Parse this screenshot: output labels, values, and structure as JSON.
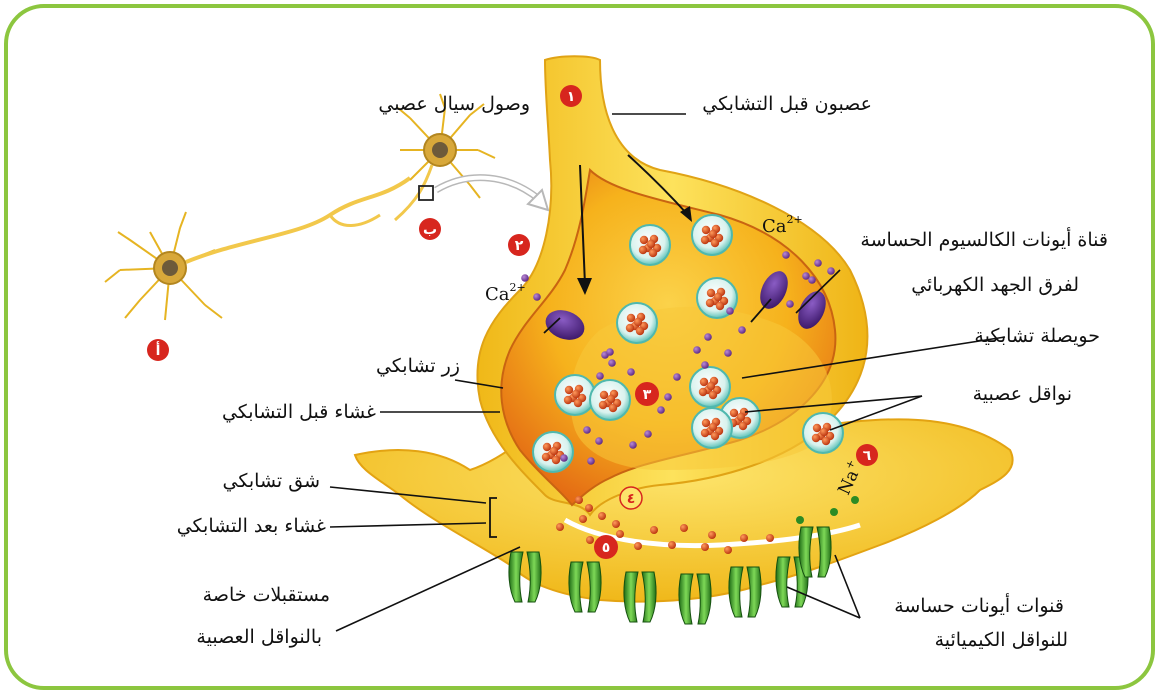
{
  "colors": {
    "frame": "#8cc63f",
    "neuron_yellow": "#f5c518",
    "terminal_inner": "#f08a1c",
    "vesicle_rim": "#6fd0c8",
    "transmitter": "#d9480f",
    "calcium_channel": "#5b2d8e",
    "calcium_ion": "#7b3fa0",
    "receptor_green": "#3a9d2a",
    "badge_red": "#d7261e"
  },
  "labels": {
    "arrival_impulse": "وصول سيال عصبي",
    "presynaptic_axon": "عصبون قبل التشابكي",
    "calcium_channel_line1": "قناة أيونات الكالسيوم الحساسة",
    "calcium_channel_line2": "لفرق الجهد الكهربائي",
    "synaptic_vesicle": "حويصلة تشابكية",
    "neurotransmitters": "نواقل عصبية",
    "synaptic_knob": "زر تشابكي",
    "presynaptic_membrane": "غشاء قبل التشابكي",
    "synaptic_cleft": "شق تشابكي",
    "postsynaptic_membrane": "غشاء بعد التشابكي",
    "receptors_line1": "مستقبلات خاصة",
    "receptors_line2": "بالنواقل العصبية",
    "chem_channels_line1": "قنوات أيونات حساسة",
    "chem_channels_line2": "للنواقل الكيميائية"
  },
  "ions": {
    "calcium_base": "Ca",
    "calcium_charge": "2+",
    "sodium_base": "Na",
    "sodium_charge": "+"
  },
  "badges": {
    "step1": "١",
    "step2": "٢",
    "step3": "٣",
    "step4": "٤",
    "step5": "٥",
    "step6": "٦",
    "a": "أ",
    "b": "ب"
  }
}
